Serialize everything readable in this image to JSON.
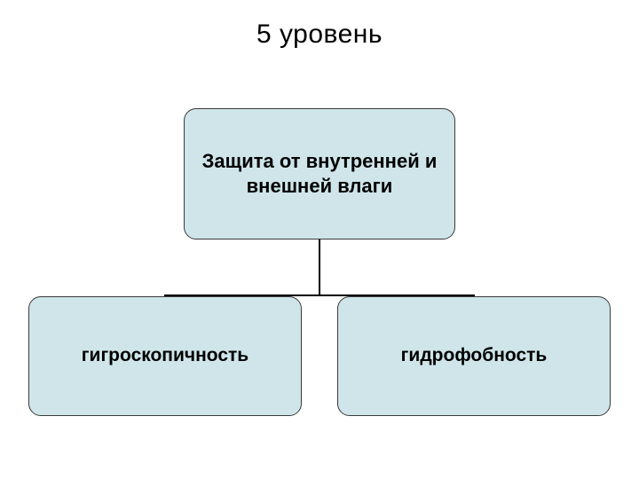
{
  "slide": {
    "title": "5 уровень",
    "background_color": "#ffffff"
  },
  "diagram": {
    "type": "org-chart",
    "node_fill_color": "#cfe5ea",
    "node_border_color": "#3a3a3a",
    "connector_color": "#000000",
    "root": {
      "label": "Защита от внутренней и внешней влаги"
    },
    "children": [
      {
        "label": "гигроскопичность"
      },
      {
        "label": "гидрофобность"
      }
    ]
  }
}
